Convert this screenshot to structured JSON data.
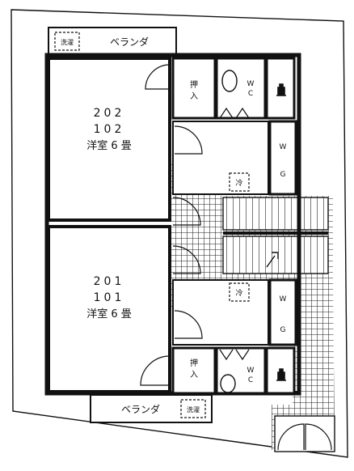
{
  "rooms": {
    "upper_room": {
      "line1": "202",
      "line2": "102",
      "line3": "洋室 6 畳"
    },
    "lower_room": {
      "line1": "201",
      "line2": "101",
      "line3": "洋室 6 畳"
    }
  },
  "labels": {
    "veranda": "ベランダ",
    "washer": "洗濯",
    "closet_a": "押",
    "closet_b": "入",
    "wc_w": "W",
    "wc_c": "C",
    "wg_w": "W",
    "wg_g": "G",
    "fridge": "冷"
  },
  "colors": {
    "ink": "#111111",
    "paper": "#ffffff",
    "tile": "#222222"
  }
}
